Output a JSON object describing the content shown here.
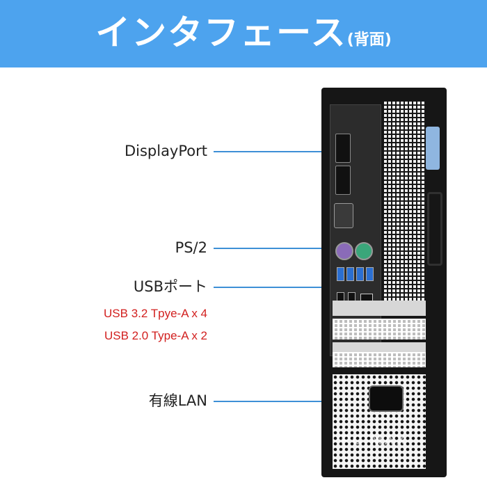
{
  "banner": {
    "title": "インタフェース",
    "subtitle": "(背面)",
    "background": "#4da3ee"
  },
  "callouts": {
    "displayport": "DisplayPort",
    "ps2": "PS/2",
    "usb": "USBポート",
    "lan": "有線LAN"
  },
  "usb_specs": [
    {
      "text": "USB 3.2 Tpye-A  x 4",
      "color": "#d2201f"
    },
    {
      "text": "USB 2.0 Type-A  x 2",
      "color": "#d2201f"
    }
  ],
  "watermark": "PC MAX",
  "colors": {
    "line": "#3d8fd6",
    "spec_text": "#d2201f"
  }
}
